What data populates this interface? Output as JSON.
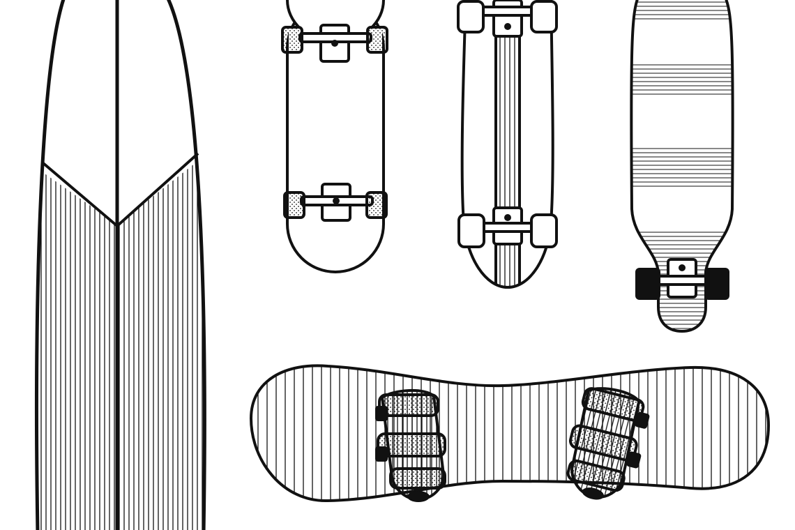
{
  "illustration": {
    "style": "black ink line drawing on white",
    "colors": {
      "ink": "#111111",
      "paper": "#ffffff"
    },
    "items": [
      {
        "name": "surfboard"
      },
      {
        "name": "skateboard"
      },
      {
        "name": "cruiser"
      },
      {
        "name": "longboard"
      },
      {
        "name": "snowboard"
      }
    ]
  }
}
